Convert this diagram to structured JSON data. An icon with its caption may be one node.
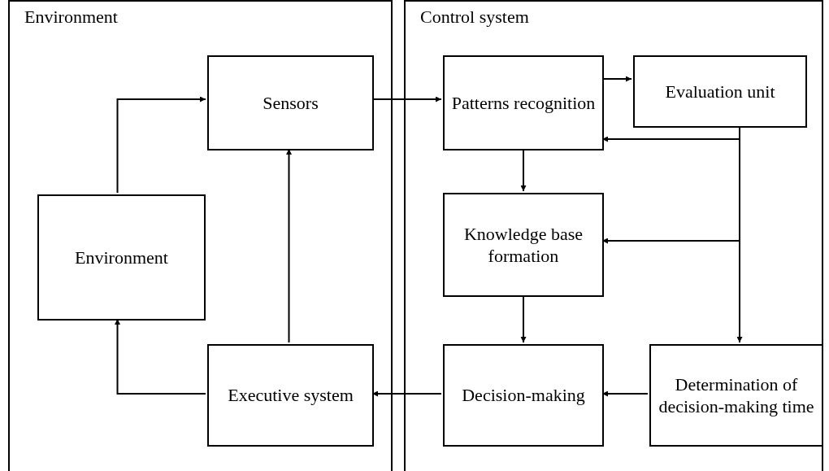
{
  "diagram": {
    "nodes": [
      {
        "text": [
          "Environment"
        ]
      },
      {
        "text": [
          "Control system"
        ]
      },
      {
        "text": [
          "Sensors"
        ],
        "in": 0
      },
      {
        "text": [
          "Environment"
        ],
        "in": 0
      },
      {
        "text": [
          "Executive system"
        ],
        "in": 0
      },
      {
        "text": [
          "Patterns recognition"
        ],
        "in": 1
      },
      {
        "text": [
          "Evaluation unit"
        ],
        "in": 1
      },
      {
        "text": [
          "Knowledge base formation"
        ],
        "in": 1
      },
      {
        "text": [
          "Decision-making"
        ],
        "in": 1
      },
      {
        "text": [
          "Determination of decision-making time"
        ],
        "in": 1
      }
    ],
    "edges": [
      {
        "from": 3,
        "to": 2,
        "arrow": "to"
      },
      {
        "from": 4,
        "to": 3,
        "arrow": "to"
      },
      {
        "from": 4,
        "to": 2,
        "arrow": "to"
      },
      {
        "from": 2,
        "to": 5,
        "arrow": "to"
      },
      {
        "from": 5,
        "to": 6,
        "arrow": "to"
      },
      {
        "from": 6,
        "to": 5,
        "arrow": "to"
      },
      {
        "from": 6,
        "to": 7,
        "arrow": "to"
      },
      {
        "from": 6,
        "to": 9,
        "arrow": "to"
      },
      {
        "from": 5,
        "to": 7,
        "arrow": "to"
      },
      {
        "from": 7,
        "to": 8,
        "arrow": "to"
      },
      {
        "from": 9,
        "to": 8,
        "arrow": "to"
      },
      {
        "from": 8,
        "to": 4,
        "arrow": "to"
      }
    ]
  }
}
